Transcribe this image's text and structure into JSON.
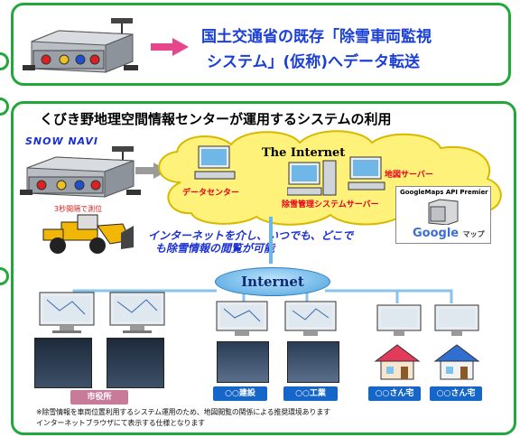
{
  "top_box": {
    "line1": "国土交通省の既存「除雪車両監視",
    "line2": "システム」(仮称)へデータ転送"
  },
  "main_box": {
    "title": "くびき野地理空間情報センターが運用するシステムの利用",
    "snow_navi_label": "SNOW NAVI",
    "interval_label": "3秒間隔で測位",
    "cloud_title": "The Internet",
    "data_center": "データセンター",
    "map_server": "地図サーバー",
    "snow_system_server": "除雪管理システムサーバー",
    "google_api": "GoogleMaps API Premier",
    "google_logo": "Google",
    "google_suffix": "マップ",
    "internet_message_1": "インターネットを介し、いつでも、どこで",
    "internet_message_2": "も除雪情報の閲覧が可能",
    "internet_hub": "Internet",
    "user_city": "市役所",
    "user_construction": "○○建設",
    "user_industry": "○○工業",
    "user_resident1": "○○さん宅",
    "user_resident2": "○○さん宅",
    "footnote_1": "※除雪情報を車両位置利用するシステム運用のため、地図閲覧の関係による推奨環境あります",
    "footnote_2": "インターネットブラウザにて表示する仕様となります"
  },
  "colors": {
    "frame_green": "#22a83a",
    "title_blue": "#1a3fd6",
    "arrow_pink": "#e8468a",
    "tag_blue": "#1566c8",
    "tag_pink": "#c77b98",
    "cloud_yellow": "#fff27a",
    "hub_blue": "#6cb6e8"
  }
}
